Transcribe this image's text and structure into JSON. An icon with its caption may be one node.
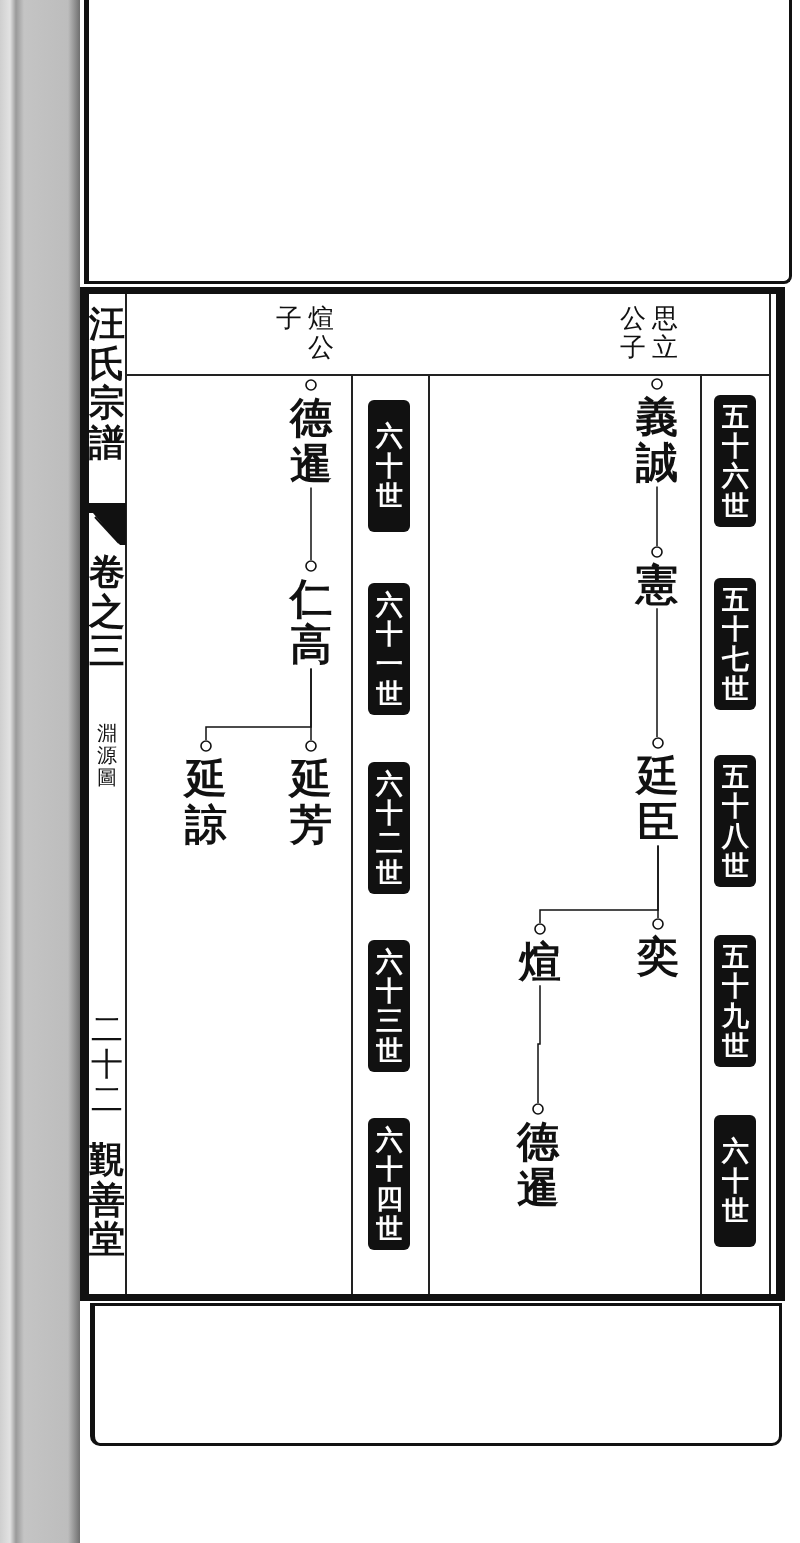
{
  "diagram": {
    "nodes": [
      {
        "text": [
          "五十六世"
        ]
      },
      {
        "text": [
          "五十七世"
        ]
      },
      {
        "text": [
          "五十八世"
        ]
      },
      {
        "text": [
          "五十九世"
        ]
      },
      {
        "text": [
          "六十世"
        ]
      },
      {
        "text": [
          "義誠"
        ]
      },
      {
        "text": [
          "憲"
        ]
      },
      {
        "text": [
          "廷臣"
        ]
      },
      {
        "text": [
          "奕"
        ]
      },
      {
        "text": [
          "煊"
        ]
      },
      {
        "text": [
          "德暹"
        ]
      },
      {
        "text": [
          "六十世"
        ]
      },
      {
        "text": [
          "六十一世"
        ]
      },
      {
        "text": [
          "六十二世"
        ]
      },
      {
        "text": [
          "六十三世"
        ]
      },
      {
        "text": [
          "六十四世"
        ]
      },
      {
        "text": [
          "德暹"
        ]
      },
      {
        "text": [
          "仁高"
        ]
      },
      {
        "text": [
          "延芳"
        ]
      },
      {
        "text": [
          "延諒"
        ]
      }
    ],
    "edges": [
      {
        "from": 5,
        "to": 6,
        "arrow": "none"
      },
      {
        "from": 6,
        "to": 7,
        "arrow": "none"
      },
      {
        "from": 7,
        "to": 8,
        "arrow": "none"
      },
      {
        "from": 7,
        "to": 9,
        "arrow": "none"
      },
      {
        "from": 9,
        "to": 10,
        "arrow": "none"
      },
      {
        "from": 16,
        "to": 17,
        "arrow": "none"
      },
      {
        "from": 17,
        "to": 18,
        "arrow": "none"
      },
      {
        "from": 17,
        "to": 19,
        "arrow": "none"
      }
    ],
    "labels": [
      "思立公子",
      "煊公子",
      "汪氏宗譜",
      "卷之三",
      "淵源圖",
      "二十二",
      "覲善堂"
    ]
  }
}
